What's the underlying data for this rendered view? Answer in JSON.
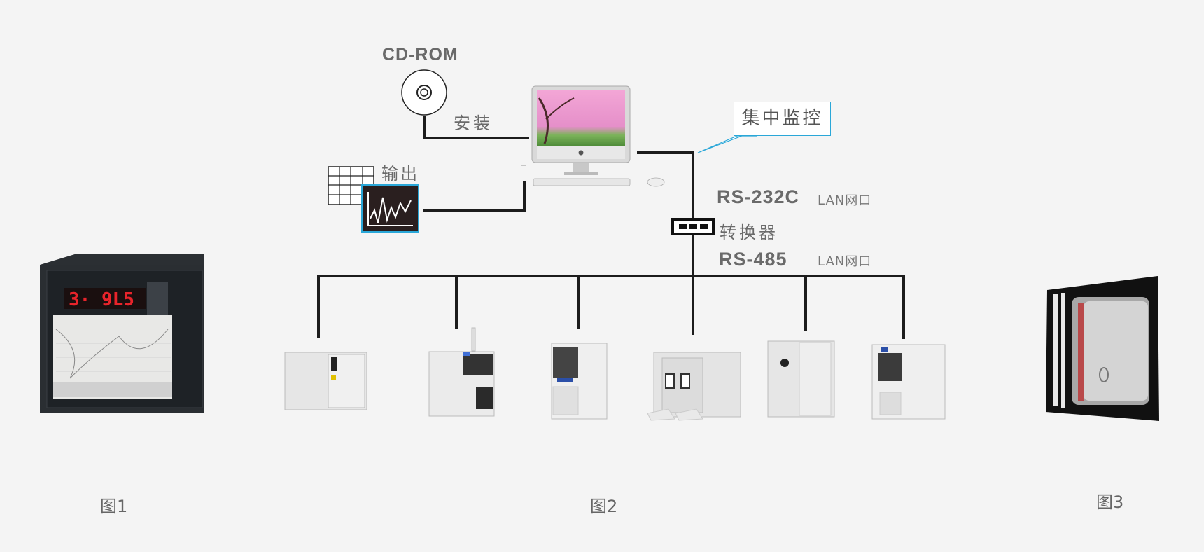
{
  "diagram": {
    "cdrom_label": "CD-ROM",
    "install_label": "安装",
    "output_label": "输出",
    "central_monitor_label": "集中监控",
    "rs232_label": "RS-232C",
    "lan_label_top": "LAN网口",
    "converter_label": "转换器",
    "rs485_label": "RS-485",
    "lan_label_bottom": "LAN网口"
  },
  "captions": {
    "fig1": "图1",
    "fig2": "图2",
    "fig3": "图3"
  },
  "colors": {
    "line": "#1c1c1c",
    "callout_border": "#2aa7d8",
    "recorder_display": "#e8242b",
    "chamber_white": "#e6e6e6"
  }
}
